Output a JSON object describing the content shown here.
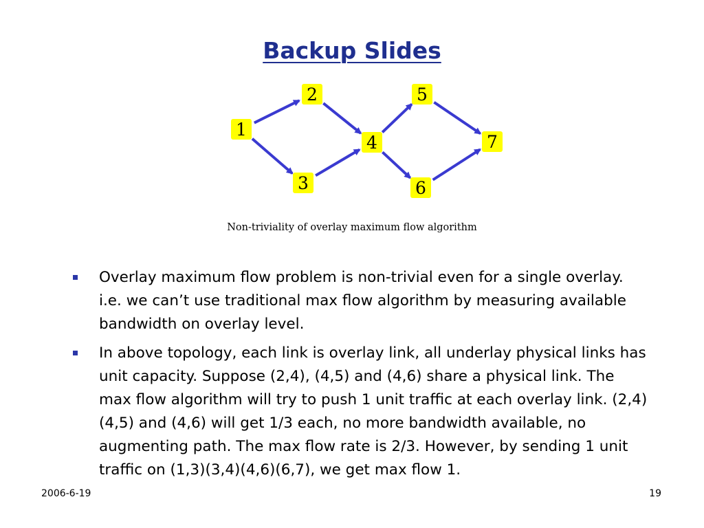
{
  "slide": {
    "title": "Backup Slides",
    "caption": "Non-triviality of overlay maximum flow algorithm",
    "bullets": [
      "Overlay maximum flow problem is non-trivial even for a single overlay. i.e. we can’t use traditional max flow algorithm by measuring available bandwidth on overlay level.",
      "In above topology, each link is overlay link, all underlay physical links has unit capacity. Suppose (2,4), (4,5) and (4,6) share a physical link. The max flow algorithm will try to push 1 unit traffic at each overlay link. (2,4) (4,5) and (4,6) will get 1/3 each, no more bandwidth available, no augmenting path. The max flow rate is 2/3. However, by sending 1 unit traffic on (1,3)(3,4)(4,6)(6,7), we get max flow 1."
    ],
    "footer": {
      "date": "2006-6-19",
      "page": "19"
    }
  },
  "graph": {
    "nodes": [
      {
        "id": "1",
        "label": "1"
      },
      {
        "id": "2",
        "label": "2"
      },
      {
        "id": "3",
        "label": "3"
      },
      {
        "id": "4",
        "label": "4"
      },
      {
        "id": "5",
        "label": "5"
      },
      {
        "id": "6",
        "label": "6"
      },
      {
        "id": "7",
        "label": "7"
      }
    ],
    "edges": [
      {
        "from": "1",
        "to": "2"
      },
      {
        "from": "1",
        "to": "3"
      },
      {
        "from": "2",
        "to": "4"
      },
      {
        "from": "3",
        "to": "4"
      },
      {
        "from": "4",
        "to": "5"
      },
      {
        "from": "4",
        "to": "6"
      },
      {
        "from": "5",
        "to": "7"
      },
      {
        "from": "6",
        "to": "7"
      }
    ],
    "colors": {
      "node_fill": "#ffff00",
      "edge": "#3a3ad0"
    }
  }
}
